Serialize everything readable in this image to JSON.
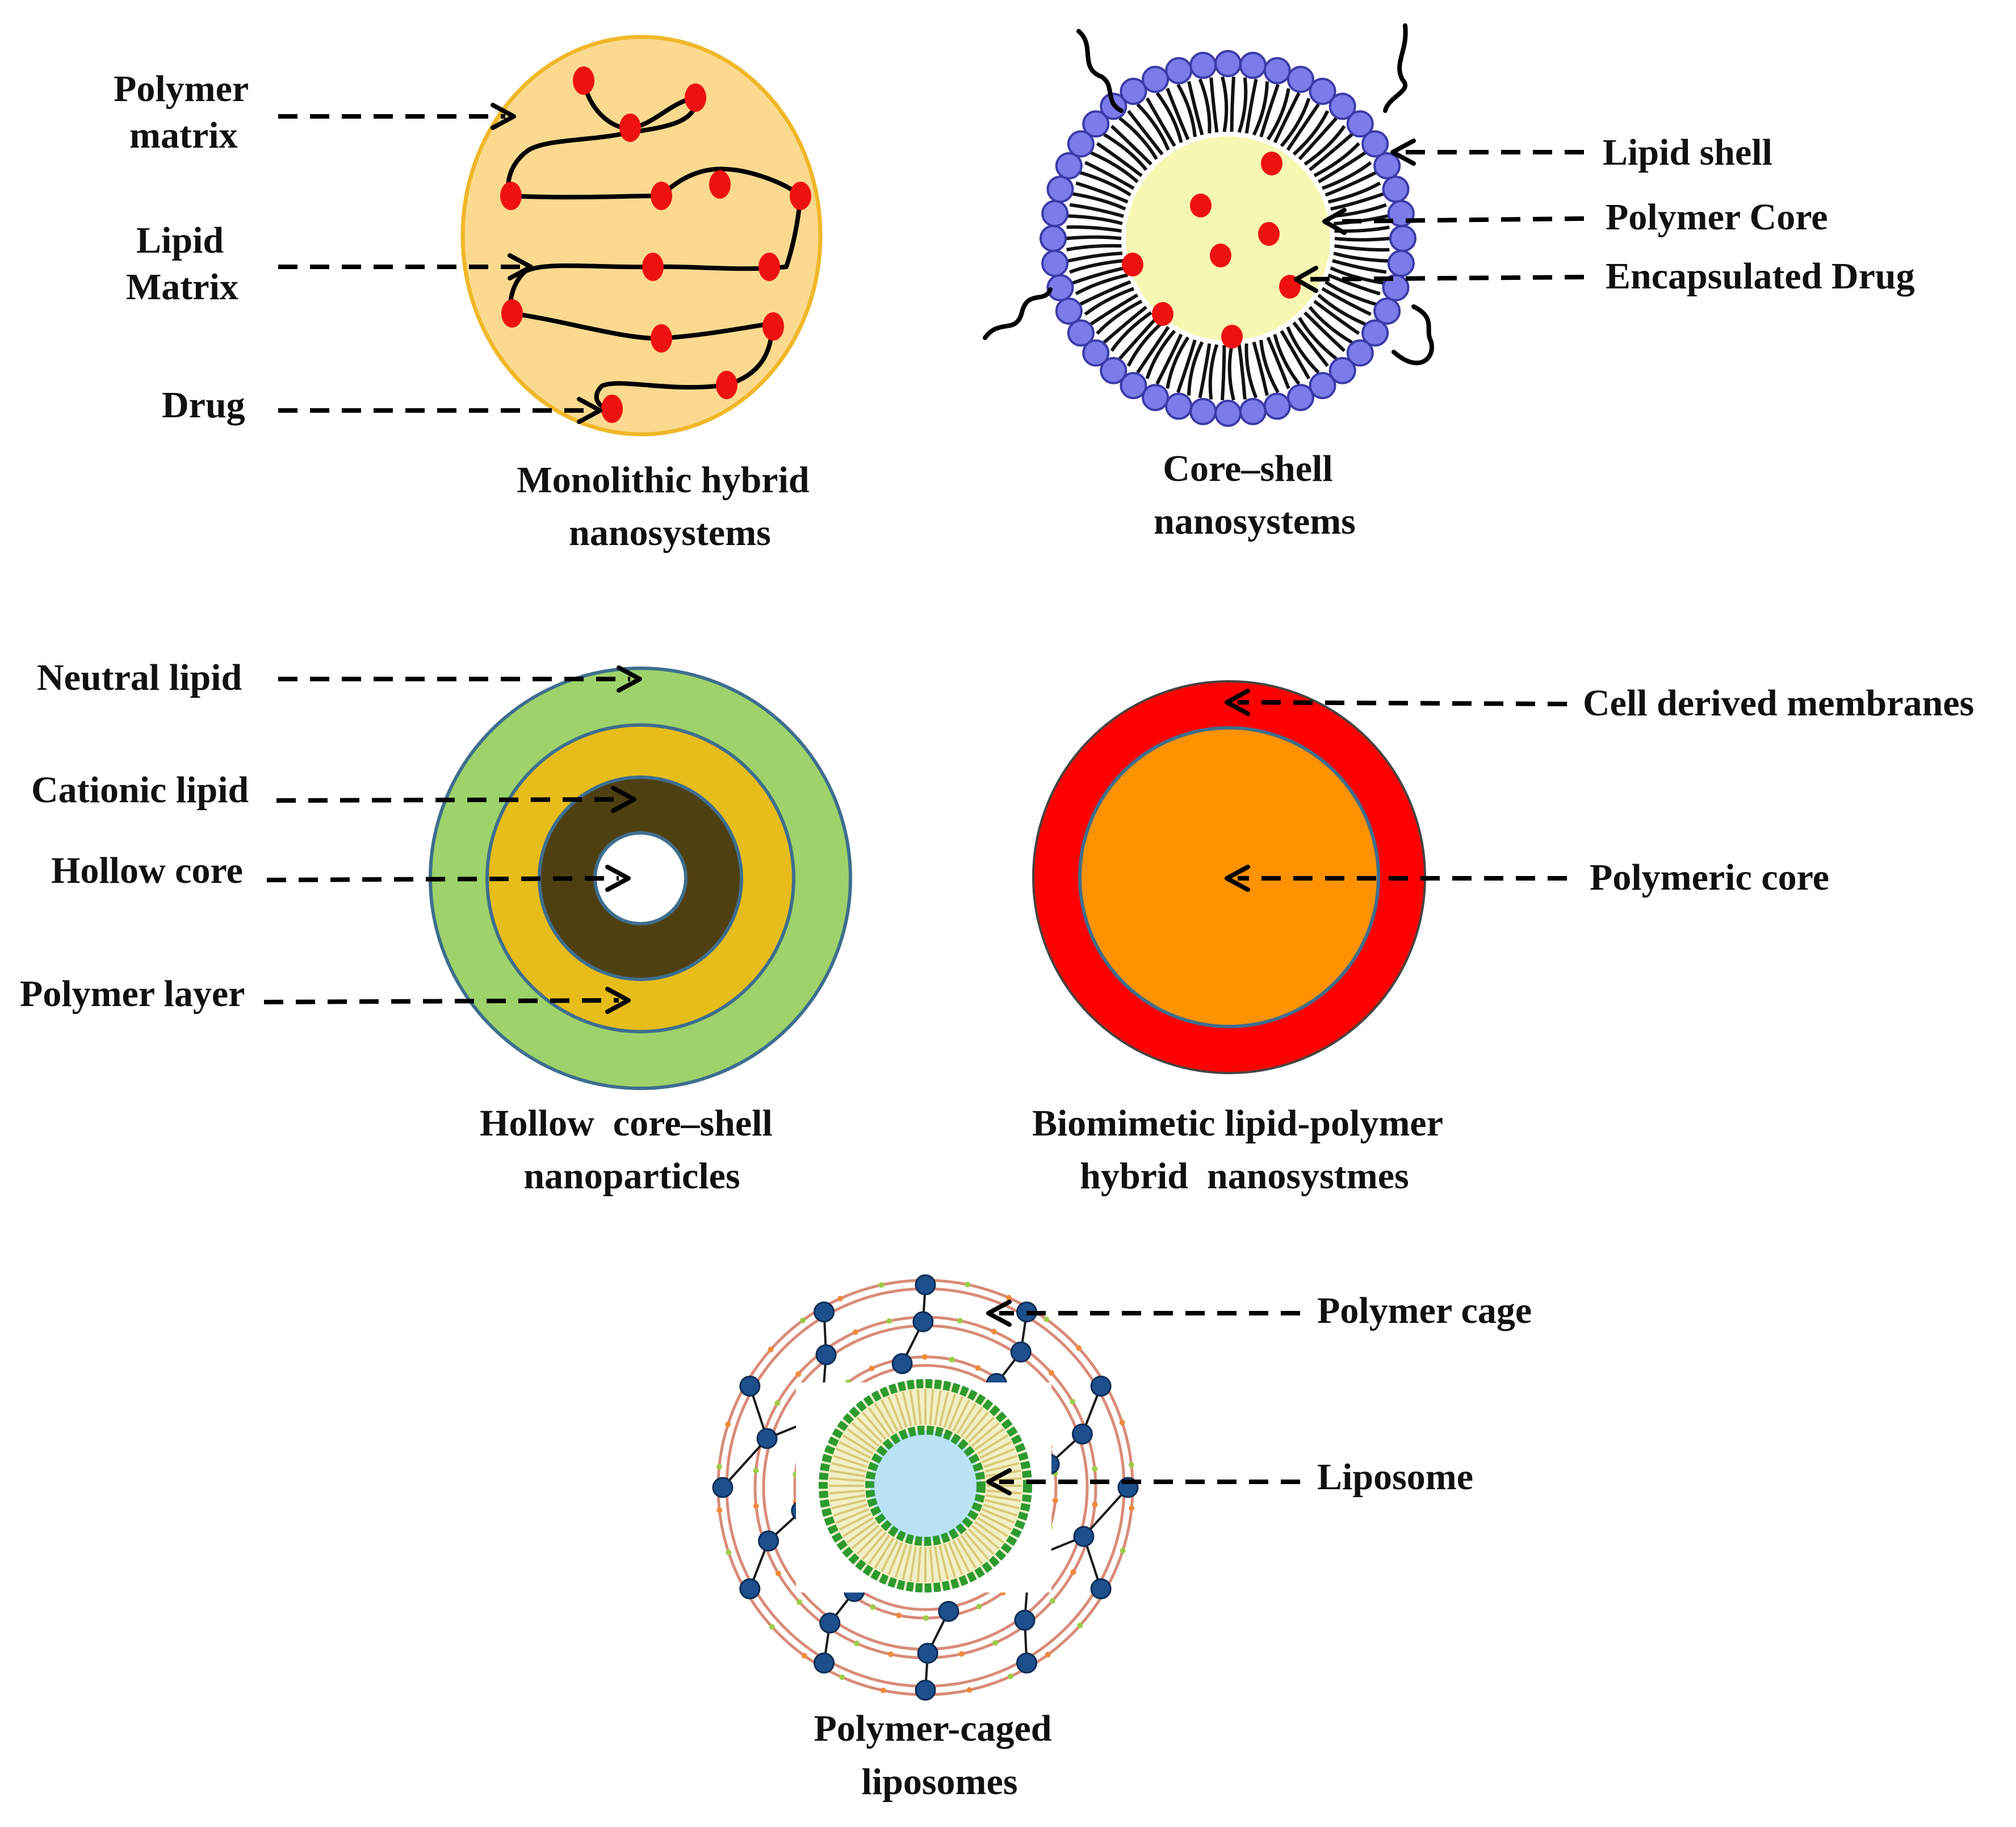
{
  "panels": {
    "monolithic": {
      "title_line1": "Monolithic hybrid",
      "title_line2": "nanosystems",
      "labels": {
        "polymer_matrix_1": "Polymer",
        "polymer_matrix_2": "matrix",
        "lipid_matrix_1": "Lipid",
        "lipid_matrix_2": "Matrix",
        "drug": "Drug"
      }
    },
    "core_shell": {
      "title_line1": "Core–shell",
      "title_line2": "nanosystems",
      "labels": {
        "lipid_shell": "Lipid shell",
        "polymer_core": "Polymer Core",
        "encapsulated_drug": "Encapsulated Drug"
      }
    },
    "hollow": {
      "title_line1": "Hollow  core–shell",
      "title_line2": "nanoparticles",
      "labels": {
        "neutral_lipid": "Neutral lipid",
        "cationic_lipid": "Cationic lipid",
        "hollow_core": "Hollow core",
        "polymer_layer": "Polymer layer"
      }
    },
    "biomimetic": {
      "title_line1": "Biomimetic lipid-polymer",
      "title_line2": "hybrid  nanosystmes",
      "labels": {
        "cell_membranes": "Cell derived membranes",
        "polymeric_core": "Polymeric core"
      }
    },
    "caged": {
      "title_line1": "Polymer-caged",
      "title_line2": "liposomes",
      "labels": {
        "polymer_cage": "Polymer cage",
        "liposome": "Liposome"
      }
    }
  },
  "colors": {
    "monolith_fill": "#fbd98f",
    "monolith_border": "#f0b728",
    "drug_red": "#ee1111",
    "lipid_head_blue": "#7b7bea",
    "core_yellow": "#f7f7b4",
    "neutral_lipid_green": "#9dd36a",
    "cationic_lipid_gold": "#e6bd1a",
    "polymer_layer_dark": "#4f4012",
    "membrane_red": "#ff0000",
    "polymeric_core_orange": "#ff9200",
    "cage_ring": "#d98b77",
    "cage_node": "#1d4f8c",
    "liposome_green": "#2d9a2f",
    "liposome_core": "#b9e3f5"
  }
}
